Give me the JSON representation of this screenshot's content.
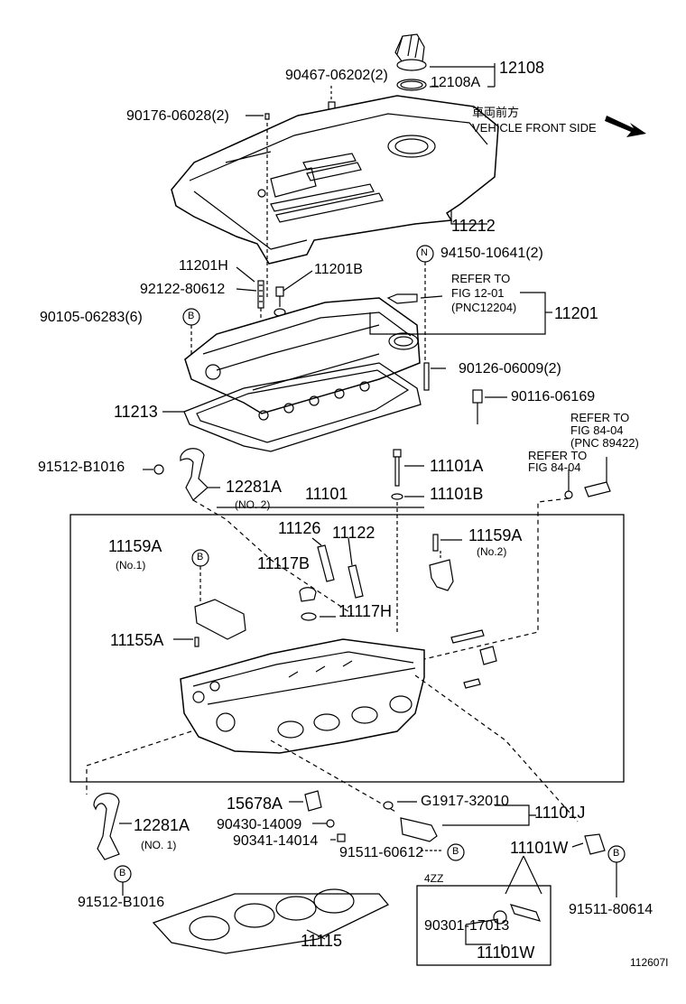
{
  "direction_jp": "車両前方",
  "direction_en": "VEHICLE FRONT SIDE",
  "circle_b": "B",
  "circle_n": "N",
  "labels": {
    "p12108": "12108",
    "p90467": "90467-06202(2)",
    "p12108A": "12108A",
    "p90176": "90176-06028(2)",
    "p11212": "11212",
    "p94150": "94150-10641(2)",
    "p11201H": "11201H",
    "p11201B": "11201B",
    "p92122": "92122-80612",
    "p90105": "90105-06283(6)",
    "refer1": "REFER TO",
    "refer1b": "FIG 12-01",
    "refer1c": "(PNC12204)",
    "p11201": "11201",
    "p90126": "90126-06009(2)",
    "p11213": "11213",
    "p90116": "90116-06169",
    "refer2": "REFER TO",
    "refer2b": "FIG 84-04",
    "refer2c": "(PNC 89422)",
    "refer3": "REFER TO",
    "refer3b": "FIG 84-04",
    "p91512a": "91512-B1016",
    "p12281Aa": "12281A",
    "no2a": "(NO. 2)",
    "p11101": "11101",
    "p11101A": "11101A",
    "p11101B": "11101B",
    "p11126": "11126",
    "p11122": "11122",
    "p11159Aa": "11159A",
    "no1a": "(No.1)",
    "p11159Ab": "11159A",
    "no2b": "(No.2)",
    "p11117B": "11117B",
    "p11117H": "11117H",
    "p11155A": "11155A",
    "p15678A": "15678A",
    "pG1917": "G1917-32010",
    "p11101J": "11101J",
    "p12281Ab": "12281A",
    "no1b": "(NO. 1)",
    "p90430": "90430-14009",
    "p90341": "90341-14014",
    "p91511a": "91511-60612",
    "p11101Wa": "11101W",
    "p91512b": "91512-B1016",
    "p4ZZ": "4ZZ",
    "p90301": "90301-17013",
    "p11101Wb": "11101W",
    "p91511b": "91511-80614",
    "p11115": "11115",
    "figno": "112607I"
  }
}
